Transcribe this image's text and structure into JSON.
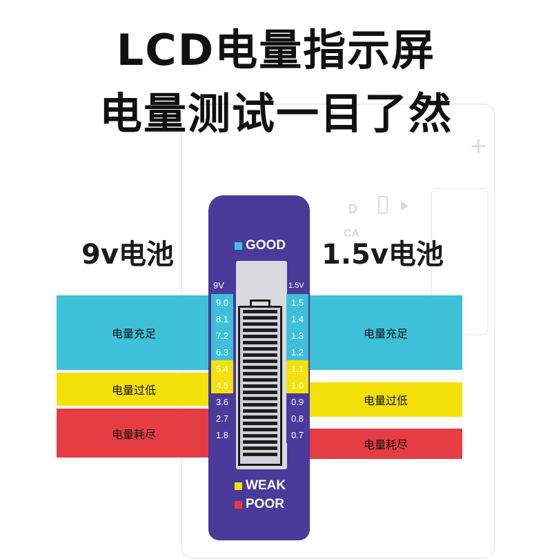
{
  "title": {
    "line1": "LCD电量指示屏",
    "line2": "电量测试一目了然"
  },
  "labels": {
    "left": "9v电池",
    "right": "1.5v电池"
  },
  "bands": {
    "left": [
      "电量充足",
      "电量过低",
      "电量耗尽"
    ],
    "right": [
      "电量充足",
      "电量过低",
      "电量耗尽"
    ]
  },
  "tester": {
    "good": "GOOD",
    "weak": "WEAK",
    "poor": "POOR",
    "left_header": "9V",
    "right_header": "1.5V",
    "left_scale": [
      "9.0",
      "8.1",
      "7.2",
      "6.3",
      "5.4",
      "4.5",
      "3.6",
      "2.7",
      "1.8"
    ],
    "right_scale": [
      "1.5",
      "1.4",
      "1.3",
      "1.2",
      "1.1",
      "1.0",
      "0.9",
      "0.8",
      "0.7"
    ]
  },
  "device_bg": {
    "plus": "+",
    "d_letter": "D",
    "ca_letters": "CA"
  },
  "colors": {
    "good": "#3ec1d8",
    "weak": "#f4e10a",
    "poor": "#e63c44",
    "tester_body": "#4a3a9a"
  }
}
